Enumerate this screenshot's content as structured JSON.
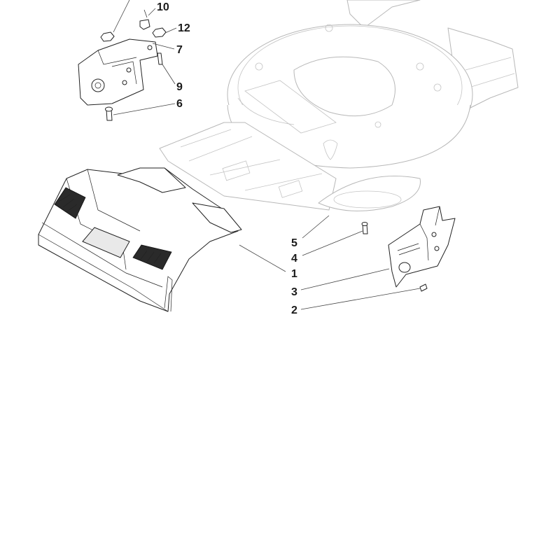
{
  "diagram": {
    "callouts": [
      {
        "id": "c10",
        "label": "10"
      },
      {
        "id": "c12",
        "label": "12"
      },
      {
        "id": "c7",
        "label": "7"
      },
      {
        "id": "c9",
        "label": "9"
      },
      {
        "id": "c6",
        "label": "6"
      },
      {
        "id": "c5",
        "label": "5"
      },
      {
        "id": "c4",
        "label": "4"
      },
      {
        "id": "c1",
        "label": "1"
      },
      {
        "id": "c3",
        "label": "3"
      },
      {
        "id": "c2",
        "label": "2"
      }
    ]
  }
}
